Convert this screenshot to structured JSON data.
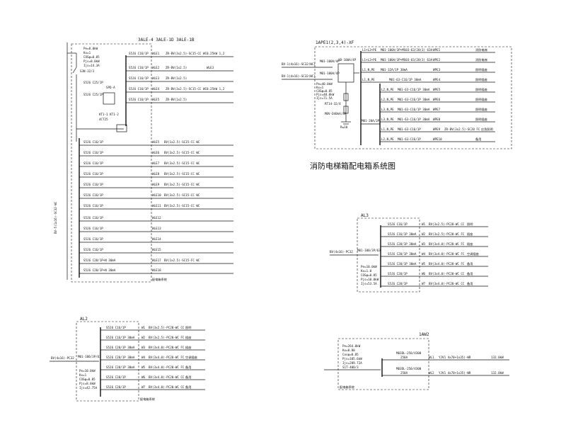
{
  "main_panel": {
    "header": "3ALE-4  3ALE-1D  3ALE-1B",
    "params": [
      "Pe=8.0kW",
      "Kx=1",
      "COSφ=0.85",
      "Pjs=8.0kW",
      "Ijs=14.3A"
    ],
    "main_switch": "S3N-32/3",
    "spd": "SPD-A",
    "feeder": "BV-5(1x16)-SC32-WC",
    "sw_left": [
      "S5J6 C25/1P",
      "S5J6 C25/1P"
    ],
    "aux_labels": [
      "KT1-1 KT1-2",
      "4CT25"
    ],
    "top_rows": [
      {
        "sw": "S5J6 C16/1P",
        "id": "WLE1",
        "cable": "ZR-BV(3x2.5)-SC15-CC  WC",
        "load": "0.25kW 1,2"
      },
      {
        "sw": "S5J6 C16/1P",
        "id": "WLE2",
        "cable": "ZR-BV(1x2.5)",
        "load": "WLE3"
      },
      {
        "sw": "S5J6 C16/1P",
        "id": "WLE3",
        "cable": "ZR-BV(1x2.5)",
        "load": ""
      },
      {
        "sw": "S5J6 C16/1P",
        "id": "WLE4",
        "cable": "ZR-BV(3x2.5)-SC15-CC  WC",
        "load": "0.25kW 1,2"
      },
      {
        "sw": "S5J6 C16/1P",
        "id": "WLE5",
        "cable": "ZR-BV(1x2.5)",
        "load": ""
      }
    ],
    "rows": [
      {
        "sw": "S5J6 C16/1P",
        "id": "WLE5",
        "cable": "BV(1x2.5)-SC15-CC  WC"
      },
      {
        "sw": "S5J6 C16/1P",
        "id": "WLE6",
        "cable": "BV(3x2.5)-SC15-CC  WC"
      },
      {
        "sw": "S5J6 C16/1P",
        "id": "WLE7",
        "cable": "BV(3x2.5)-SC15-CC  WC"
      },
      {
        "sw": "S5J6 C16/1P",
        "id": "WLE8",
        "cable": "BV(3x2.5)-SC15-CC  WC"
      },
      {
        "sw": "S5J6 C16/1P",
        "id": "WLE9",
        "cable": "BV(3x2.5)-SC15-CC  WC"
      },
      {
        "sw": "S5J6 C16/1P",
        "id": "WLE10",
        "cable": "BV(3x2.5)-SC15-CC  WC"
      },
      {
        "sw": "S5J6 C16/1P",
        "id": "WLE11",
        "cable": "BV(3x2.5)-SC15-CC  WC"
      },
      {
        "sw": "S5J6 C16/1P",
        "id": "WLE12",
        "cable": ""
      },
      {
        "sw": "S5J6 C16/1P",
        "id": "WLE13",
        "cable": ""
      },
      {
        "sw": "S5J6 C16/1P",
        "id": "WLE14",
        "cable": ""
      },
      {
        "sw": "S5J6 C16/1P",
        "id": "WLE15",
        "cable": ""
      },
      {
        "sw": "S5J6 C20/1P+N 30mA",
        "id": "WLE17",
        "cable": "BV(1x2.5)-SC15-FC  WC"
      },
      {
        "sw": "S5J6 C20/1P+N 30mA",
        "id": "WLE18",
        "cable": ""
      }
    ],
    "footer": "配电箱系统"
  },
  "fire_panel": {
    "header": "1APE1(2,3,4)-XF",
    "input_top": "BV-1(4x16)-SC32(WC)",
    "input_bot": "BV-1(4x16)-SC32(WC)",
    "sw_top": "M01-100A/4P",
    "sw_bot": "M01-100A/4P",
    "ats": "XB-100A/4P",
    "meter": "RT14-32/4",
    "spd": "MOV-D40kA/4P",
    "gnd": "R≤10",
    "params": [
      "Pe=40.0kW",
      "Kx=1",
      "COSφ=0.85",
      "Pjs=40.0kW",
      "Ijs=71.5A"
    ],
    "sub_sw": "M01-20A/3P",
    "rows": [
      {
        "ph": "L1+L2+PE",
        "sw": "M01-100A/3P+MS03-63/20(3) 63A",
        "id": "WPE1",
        "load": "消防电梯"
      },
      {
        "ph": "L1+L2+PE",
        "sw": "M01-100A/3P+MS03-63/20(3) 63A",
        "id": "WPE2",
        "load": "消防电梯"
      },
      {
        "ph": "L1,N,PE",
        "sw": "M01-32A/1P 30mA",
        "id": "WPE3",
        "load": "照明插座"
      },
      {
        "ph": "L1,N,PE",
        "sw": "M01-63-C16/1P 30mA",
        "id": "WPE4",
        "load": "照明插座"
      },
      {
        "ph": "L2,N,PE",
        "sw": "M01-63-C16/1P 30mA",
        "id": "WPE5",
        "load": "照明插座"
      },
      {
        "ph": "L2,N,PE",
        "sw": "M01-63-C16/1P 30mA",
        "id": "WPE6",
        "load": "照明插座"
      },
      {
        "ph": "L3,N,PE",
        "sw": "M01-63-C16/1P 30mA",
        "id": "WPE7",
        "load": "照明插座"
      },
      {
        "ph": "L3,N,PE",
        "sw": "M01-63-C16/1P 30mA",
        "id": "WPE8",
        "load": "照明插座"
      },
      {
        "ph": "L1,N,PE",
        "sw": "M01-63-C16/1P",
        "id": "WPE9",
        "cable": "ZR-BV(3x2.5)-SC20  FC",
        "load": "应急照明"
      },
      {
        "ph": "L2,N,PE",
        "sw": "M01-63-C16/1P",
        "id": "WPE10",
        "load": "备用"
      }
    ],
    "title": "消防电梯箱配电箱系统图"
  },
  "al3": {
    "header": "AL3",
    "input": "BV(4x16)-PC32",
    "main_sw": "M01-100/3P/63",
    "params": [
      "Pe=10.0kW",
      "Kx=1.0",
      "COSφ=0.85",
      "Pjs=10.0kW",
      "Ijs=53.5A"
    ],
    "rows": [
      {
        "sw": "S5J6 C16/1P",
        "id": "W1",
        "cable": "BV(3x2.5)-PC20-WC CC",
        "load": "照明"
      },
      {
        "sw": "S5J6 C16/1P 30mA",
        "id": "W2",
        "cable": "BV(3x2.5)-PC20-WC FC",
        "load": "插座"
      },
      {
        "sw": "S5J6 C20/1P 30mA",
        "id": "W3",
        "cable": "BV(3x4.0)-PC20-WC FC",
        "load": "插座"
      },
      {
        "sw": "S5J6 C20/1P 30mA",
        "id": "W4",
        "cable": "BV(3x4.0)-PC20-WC FC",
        "load": "空调插座"
      },
      {
        "sw": "S5J6 C20/1P 30mA",
        "id": "W5",
        "cable": "BV(3x4.0)-PC20-WC FC",
        "load": "备用"
      },
      {
        "sw": "S5J6 C20/1P",
        "id": "W6",
        "cable": "BV(3x4.0)-PC20-WC CC",
        "load": "备用"
      },
      {
        "sw": "S5J6 C20/1P",
        "id": "W7",
        "cable": "BV(3x4.0)-PC20-WC CC",
        "load": "备用"
      }
    ]
  },
  "al2": {
    "header": "AL2",
    "input": "BV(4x16)-PC32",
    "main_sw": "M01-100/3P/63",
    "params": [
      "Pe=10.0kW",
      "Kx=1",
      "COSφ=0.85",
      "Pjs=8.0kW",
      "Ijs=42.75A"
    ],
    "rows": [
      {
        "sw": "S5J6 C16/1P",
        "id": "W1",
        "cable": "BV(3x2.5)-PC20-WC CC",
        "load": "照明"
      },
      {
        "sw": "S5J6 C16/1P 30mA",
        "id": "W2",
        "cable": "BV(3x2.5)-PC20-WC FC",
        "load": "插座"
      },
      {
        "sw": "S5J6 C20/1P 30mA",
        "id": "W3",
        "cable": "BV(3x4.0)-PC20-WC FC",
        "load": "插座"
      },
      {
        "sw": "S5J6 C20/1P 30mA",
        "id": "W4",
        "cable": "BV(3x4.0)-PC20-WC FC",
        "load": "空调插座"
      },
      {
        "sw": "S5J6 C20/1P 30mA",
        "id": "W5",
        "cable": "BV(3x4.0)-PC20-WC FC",
        "load": "备用"
      },
      {
        "sw": "S5J6 C20/1P",
        "id": "W6",
        "cable": "BV(3x4.0)-PC20-WC CC",
        "load": "备用"
      },
      {
        "sw": "S5J6 C20/1P",
        "id": "W7",
        "cable": "BV(3x4.0)-PC20-WC CC",
        "load": "备用"
      }
    ],
    "footer": "配电箱系统"
  },
  "aw2": {
    "header": "1AW2",
    "params": [
      "Pe=264.0kW",
      "Kx=0.80",
      "Cosφ=0.85",
      "Pjs=105.6kW",
      "Ijs=289.72A"
    ],
    "main_sw": "S1T-400/3",
    "rows": [
      {
        "sw": "M03DL-250/4300",
        "rating": "250A",
        "id": "WL1",
        "cable": "YJV1 4x70+1x35)-WR",
        "load": "132.0kW"
      },
      {
        "sw": "M03DL-250/4300",
        "rating": "250A",
        "id": "WL2",
        "cable": "YJV1 4x70+1x35)-WR",
        "load": "132.0kW"
      }
    ],
    "footer": "配电箱系统"
  }
}
